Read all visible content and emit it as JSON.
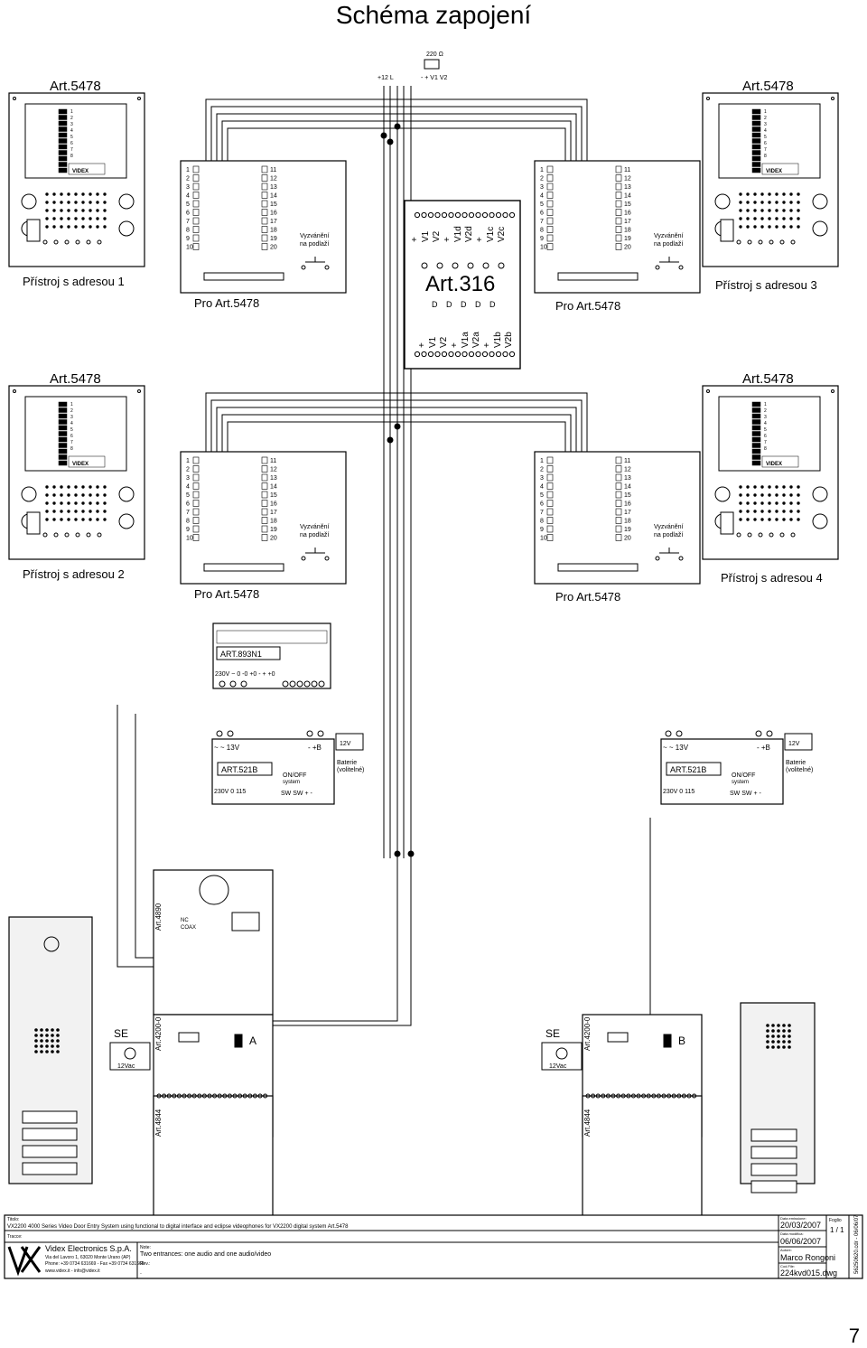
{
  "page": {
    "title": "Schéma zapojení",
    "page_number": "7"
  },
  "monitors": [
    {
      "art": "Art.5478",
      "caption": "Přístroj s adresou 1"
    },
    {
      "art": "Art.5478",
      "caption": "Přístroj s adresou 3"
    },
    {
      "art": "Art.5478",
      "caption": "Přístroj s adresou 2"
    },
    {
      "art": "Art.5478",
      "caption": "Přístroj s adresou 4"
    }
  ],
  "monitor_brand": "VIDEX",
  "bracket_label": "Pro Art.5478",
  "bracket_left_terminals": [
    "1",
    "2",
    "3",
    "4",
    "5",
    "6",
    "7",
    "8",
    "9",
    "10"
  ],
  "bracket_right_terminals": [
    "11",
    "12",
    "13",
    "14",
    "15",
    "16",
    "17",
    "18",
    "19",
    "20"
  ],
  "floor_call": [
    "Vyzvánění",
    "na podlaží"
  ],
  "distributor": {
    "label": "Art.316",
    "top_terminals": [
      "+",
      "V1",
      "V2",
      "+",
      "V1d",
      "V2d",
      "+",
      "V1c",
      "V2c"
    ],
    "bottom_terminals": [
      "+",
      "V1",
      "V2",
      "+",
      "V1a",
      "V2a",
      "+",
      "V1b",
      "V2b"
    ]
  },
  "main_feed": {
    "line1": "+12 L",
    "line2": "- + V1 V2",
    "resistor": "220 Ω"
  },
  "power_unit_893": {
    "label": "ART.893N1",
    "terminals": "230V ~ 0     -0 +0 - + +0"
  },
  "power_unit_521": {
    "label": "ART.521B",
    "ac_label": "~ ~ 13V",
    "battery_terminals": "- +B",
    "battery_label": "12V",
    "battery_caption": [
      "Baterie",
      "(volitelné)"
    ],
    "onoff": [
      "ON/OFF",
      "system"
    ],
    "mains": "230V  0  115",
    "sw": "SW SW  +  -"
  },
  "modules": {
    "audio": "Art.4200-0",
    "video": "Art.4890",
    "video_sub": [
      "NC",
      "COAX"
    ],
    "keys": "Art.4844",
    "entrance_a": "A",
    "entrance_b": "B"
  },
  "lock": {
    "label": "SE",
    "voltage": "12Vac"
  },
  "title_block": {
    "title_label": "Titolo:",
    "title": "VX2200 4000 Series Video Door Entry System using functional to digital interface and eclipse videophones for VX2200 digital system Art.5478",
    "tracks_label": "Tracce:",
    "company": "Videx Electronics S.p.A.",
    "address": "Via del Lavoro 1, 63020 Monte Urano (AP)",
    "phone": "Phone: +39 0734 631669 - Fax +39 0734 631669",
    "web": "www.videx.it - info@videx.it",
    "notes_label": "Note:",
    "notes": "Two entrances: one audio and one audio/video",
    "rev_label": "Rev.:",
    "rev": ".",
    "date_issue_label": "Data emissione:",
    "date_issue": "20/03/2007",
    "date_mod_label": "Data modifica:",
    "date_mod": "06/06/2007",
    "author_label": "Autore:",
    "author": "Marco Rongoni",
    "file_label": "Cod.File:",
    "file": "224kvd015.dwg",
    "sheet_label": "Foglio",
    "sheet": "1 / 1",
    "side_code": "56250620.cdr - 06/06/07"
  },
  "colors": {
    "line": "#000000",
    "panel": "#f2f2f2",
    "panel_dark": "#cfcfcf"
  }
}
